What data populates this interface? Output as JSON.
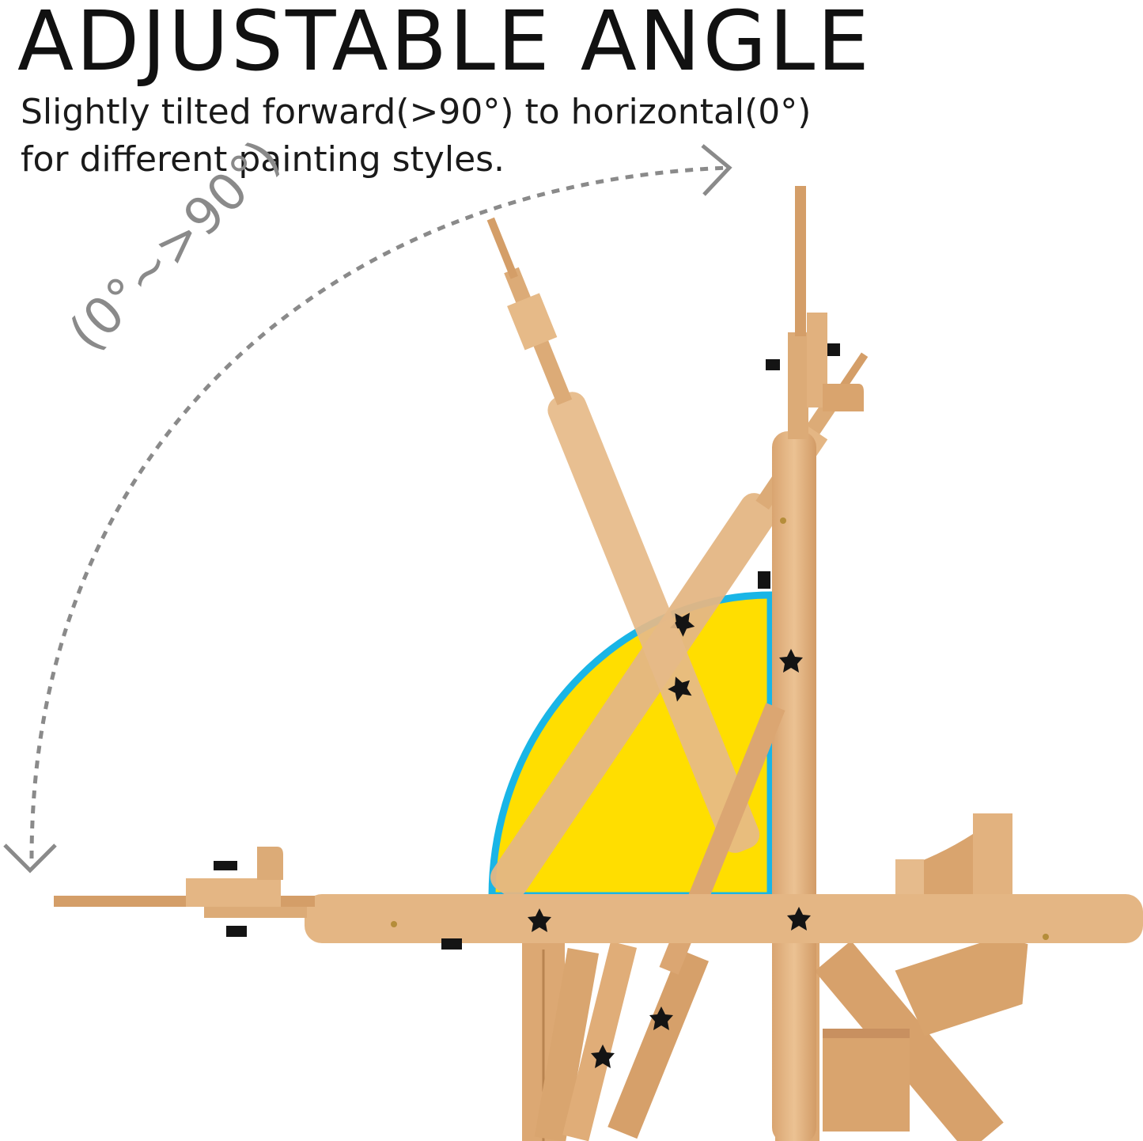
{
  "heading": {
    "title": "ADJUSTABLE ANGLE",
    "line1": "Slightly tilted forward(>90°) to horizontal(0°)",
    "line2": "for different painting styles."
  },
  "angle_label": "(0°~>90°)",
  "colors": {
    "wood": "#e3b483",
    "wood_dark": "#c89060",
    "knob": "#141414",
    "sun_fill": "#ffde00",
    "sun_edge": "#19b5e6",
    "arrow": "#8a8a8a"
  },
  "icons": [
    "dashed-arc-arrow",
    "star-knob-icon"
  ]
}
